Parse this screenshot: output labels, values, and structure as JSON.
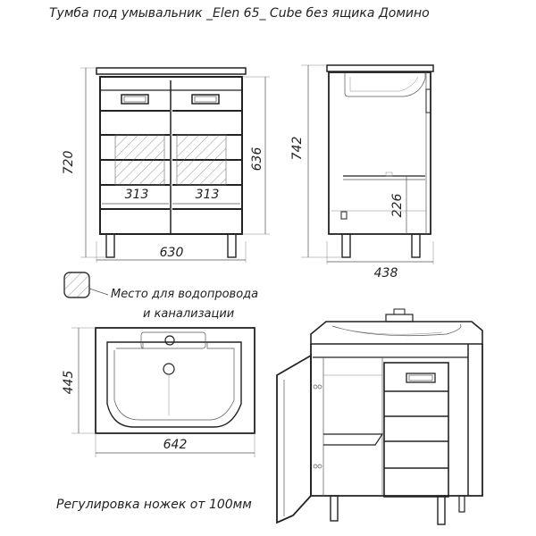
{
  "title": "Тумба под умывальник _Elen 65_ Cube без ящика   Домино",
  "dimensions": {
    "height_total": "720",
    "height_side": "742",
    "height_front": "636",
    "door_width_left": "313",
    "door_width_right": "313",
    "width_front": "630",
    "depth_side": "438",
    "shelf_height": "226",
    "basin_depth": "445",
    "basin_width": "642"
  },
  "legend": {
    "line1": "Место для водопровода",
    "line2": "и канализации"
  },
  "note": "Регулировка ножек от 100мм"
}
